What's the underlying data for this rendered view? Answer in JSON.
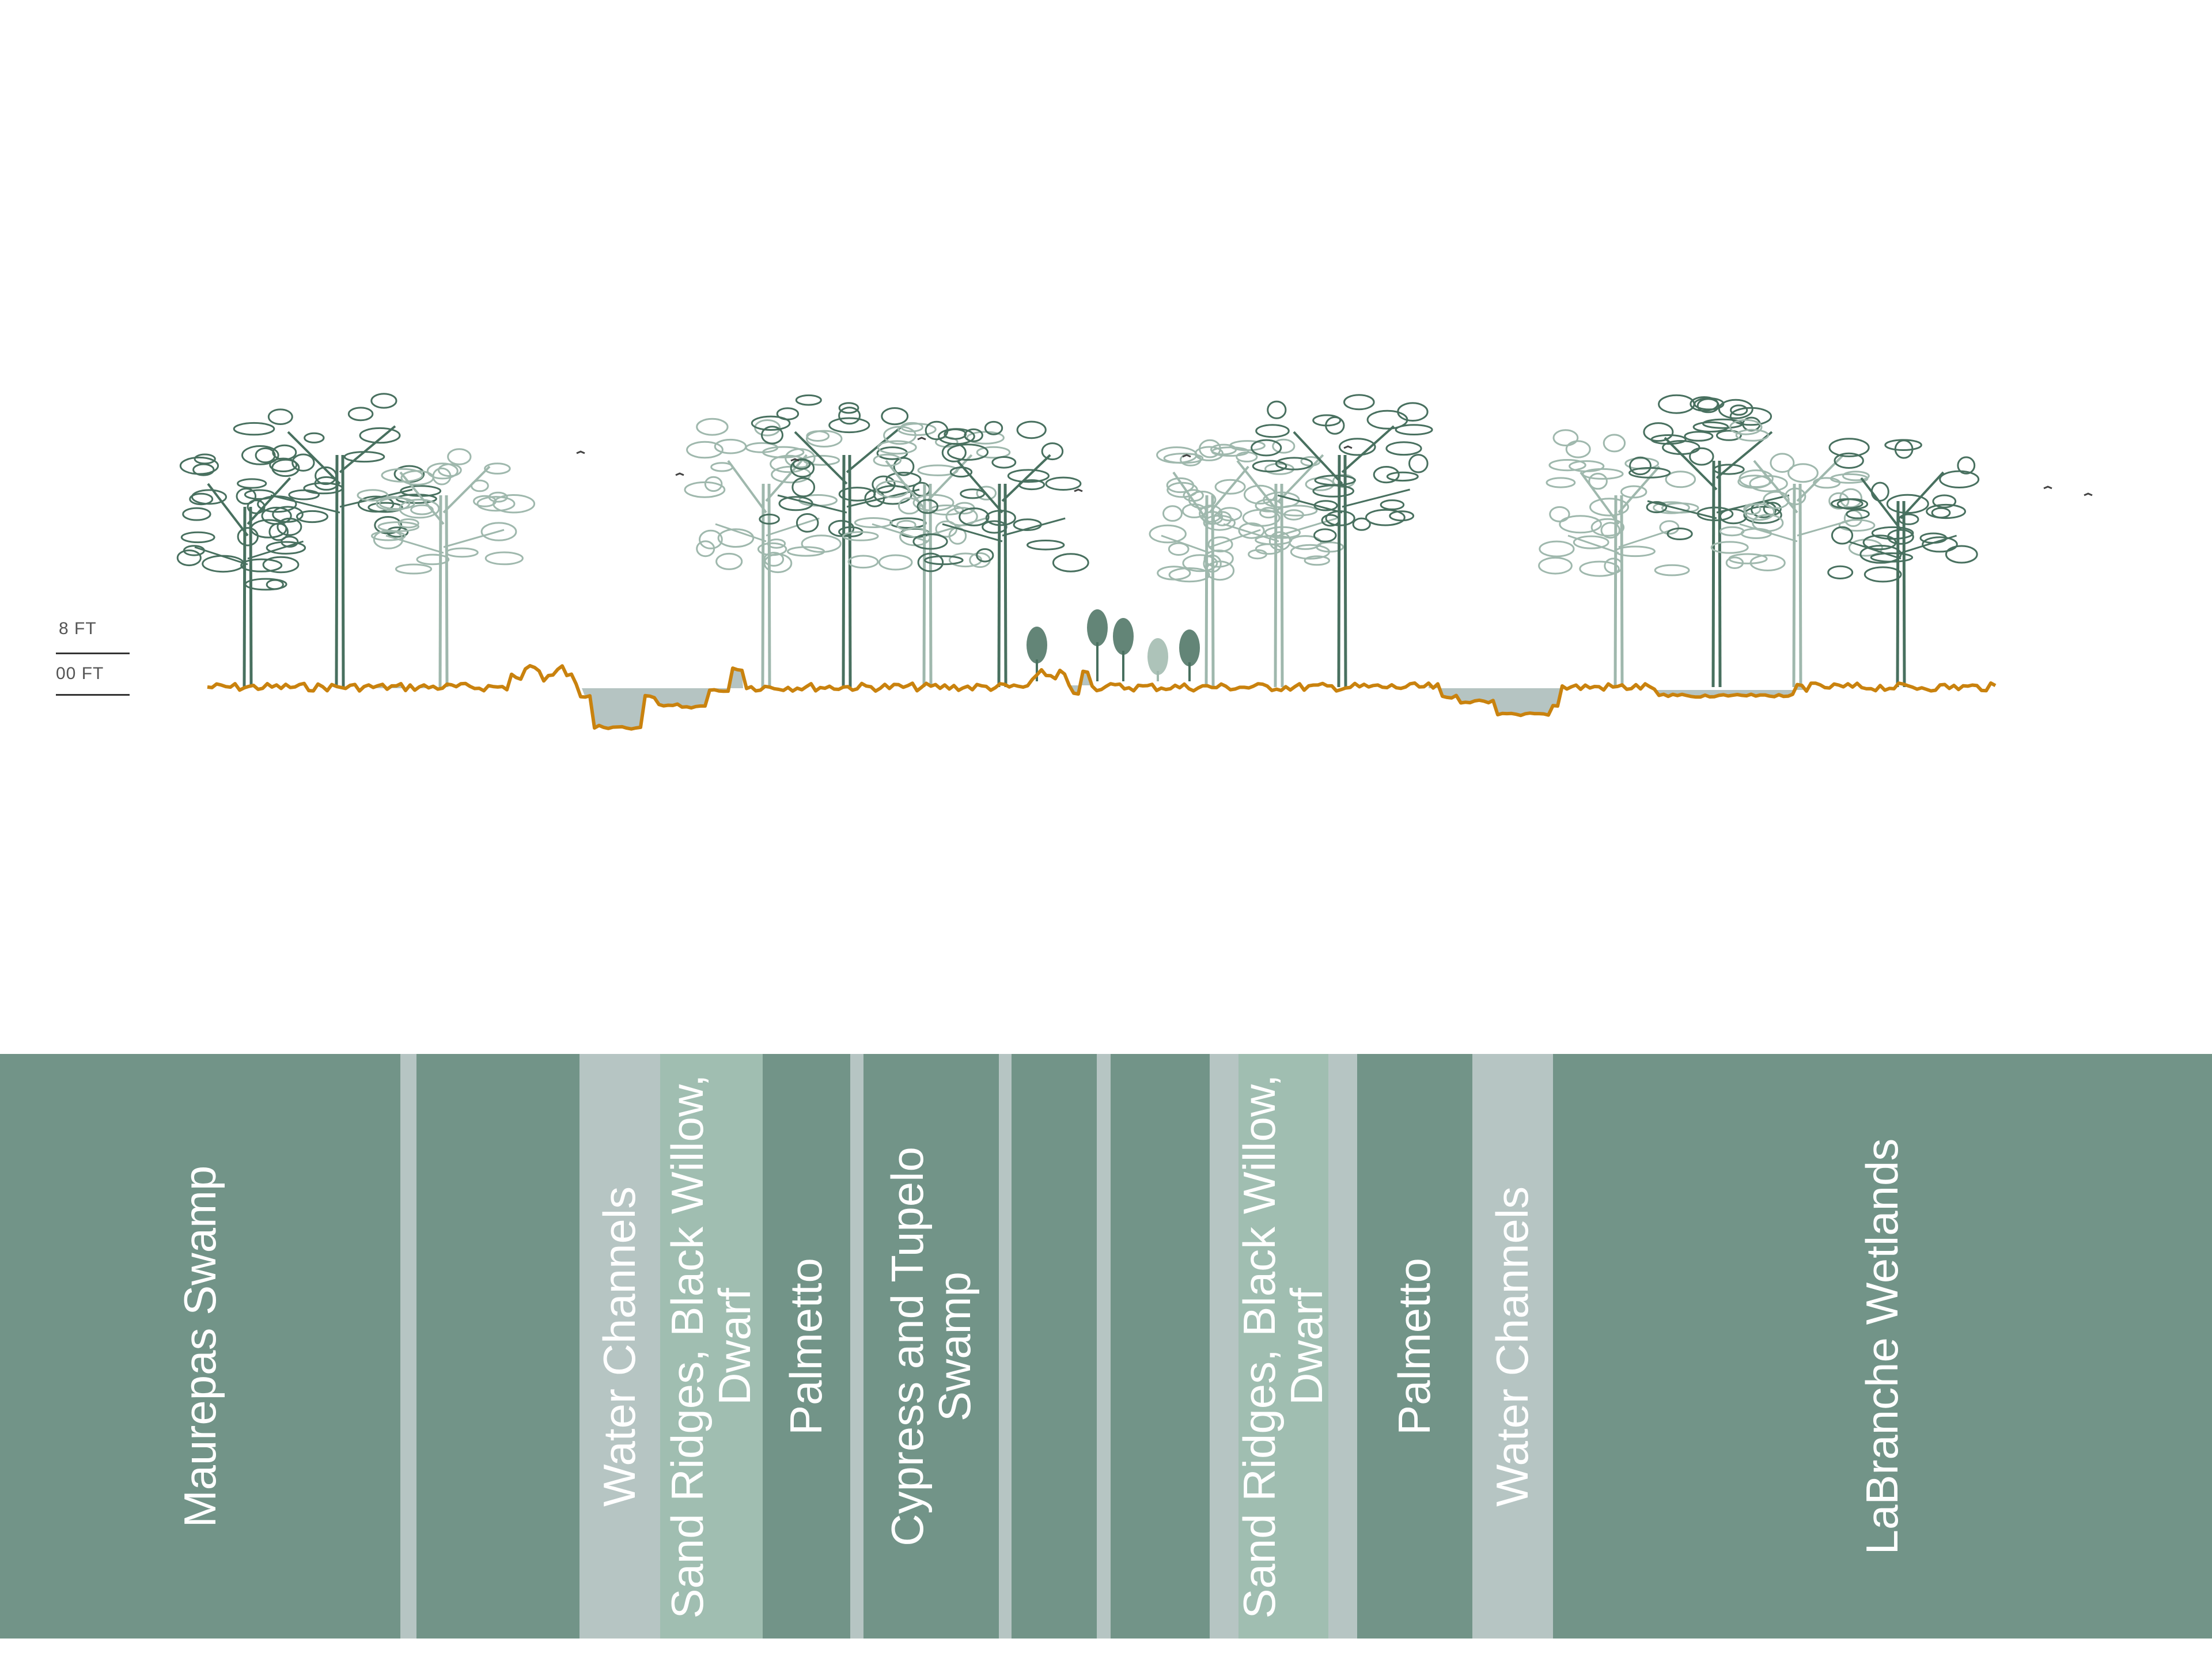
{
  "scale": {
    "top_label": "8 FT",
    "bottom_label": "00 FT"
  },
  "colors": {
    "tree_dark": "#48705f",
    "tree_light": "#9fb8ad",
    "ground": "#c9820e",
    "water": "#b5c4c2",
    "band_dark": "#729488",
    "band_gray": "#b6c5c3",
    "band_light": "#a0beb1",
    "band_divider": "#b6c5c3"
  },
  "bands": [
    {
      "label": "Maurepas Swamp",
      "tone": "dark"
    },
    {
      "label": "",
      "tone": "gray"
    },
    {
      "label": "",
      "tone": "dark"
    },
    {
      "label": "Water Channels",
      "tone": "gray"
    },
    {
      "label": "Sand Ridges, Black Willow,\nDwarf",
      "tone": "light"
    },
    {
      "label": "Palmetto",
      "tone": "dark"
    },
    {
      "label": "",
      "tone": "gray"
    },
    {
      "label": "Cypress and Tupelo\nSwamp",
      "tone": "dark"
    },
    {
      "label": "",
      "tone": "gray"
    },
    {
      "label": "",
      "tone": "dark"
    },
    {
      "label": "",
      "tone": "gray"
    },
    {
      "label": "",
      "tone": "dark"
    },
    {
      "label": "",
      "tone": "gray"
    },
    {
      "label": "Sand Ridges, Black Willow,\nDwarf",
      "tone": "light"
    },
    {
      "label": "",
      "tone": "gray"
    },
    {
      "label": "Palmetto",
      "tone": "dark"
    },
    {
      "label": "Water Channels",
      "tone": "gray"
    },
    {
      "label": "LaBranche Wetlands",
      "tone": "dark"
    }
  ]
}
